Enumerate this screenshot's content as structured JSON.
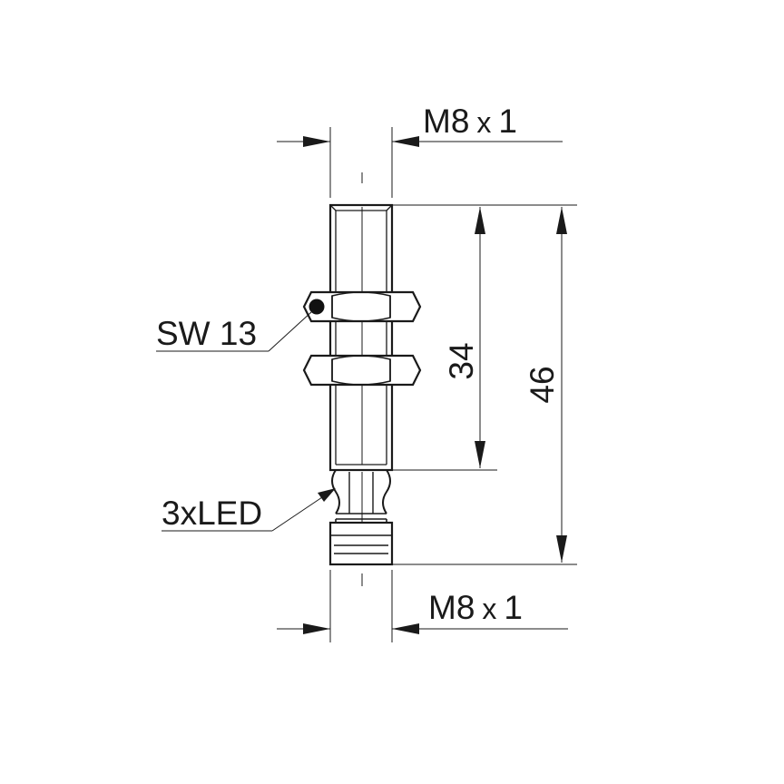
{
  "diagram": {
    "title": "",
    "labels": {
      "thread_top": {
        "main": "M8",
        "sep": "x",
        "pitch": "1"
      },
      "thread_bottom": {
        "main": "M8",
        "sep": "x",
        "pitch": "1"
      },
      "wrench_size": "SW 13",
      "led": "3xLED",
      "length_thread": "34",
      "length_total": "46"
    },
    "colors": {
      "line": "#1a1a1a",
      "background": "#ffffff"
    }
  }
}
